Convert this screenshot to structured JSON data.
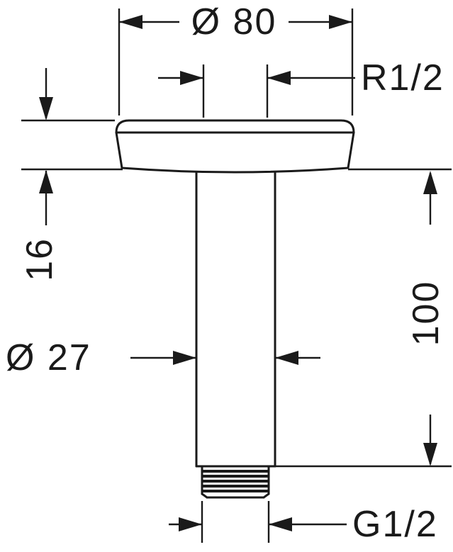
{
  "drawing": {
    "background": "#ffffff",
    "line_color": "#1a1a1a",
    "labels": {
      "top_diameter": "Ø 80",
      "top_thread": "R1/2",
      "flange_height": "16",
      "pipe_length": "100",
      "pipe_diameter": "Ø 27",
      "bottom_thread": "G1/2"
    }
  }
}
